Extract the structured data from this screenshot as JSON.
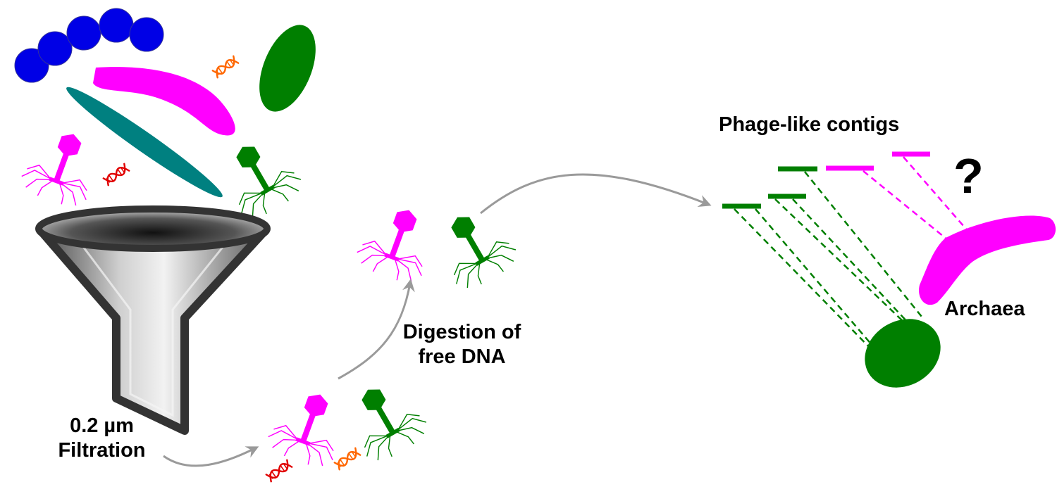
{
  "labels": {
    "filtration_line1": "0.2 µm",
    "filtration_line2": "Filtration",
    "digestion_line1": "Digestion of",
    "digestion_line2": "free DNA",
    "phage_contigs": "Phage-like contigs",
    "archaea": "Archaea",
    "unknown_mark": "?"
  },
  "colors": {
    "magenta": "#ff00ff",
    "green": "#007f00",
    "blue": "#0000e6",
    "teal": "#008080",
    "arrow": "#9a9a9a",
    "dna_orange": "#ff6600",
    "dna_red": "#e00000",
    "funnel_dark": "#333333"
  },
  "icons": {
    "phage": "bacteriophage-icon",
    "dna": "dna-helix-icon",
    "funnel": "funnel-icon",
    "arrow": "curved-arrow-icon"
  }
}
